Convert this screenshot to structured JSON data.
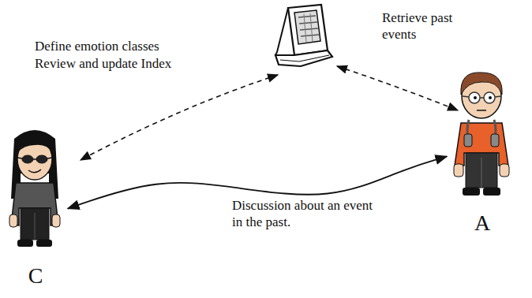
{
  "diagram": {
    "nodes": [
      {
        "text": [
          "C"
        ]
      },
      {
        "text": [
          "A"
        ]
      }
    ],
    "edges": [
      {
        "from": 0,
        "to": 1,
        "label": "Discussion about an event in the past.",
        "arrow": "both"
      }
    ],
    "labels": [
      "Define emotion classes",
      "Review and update Index",
      "Retrieve past events"
    ]
  }
}
